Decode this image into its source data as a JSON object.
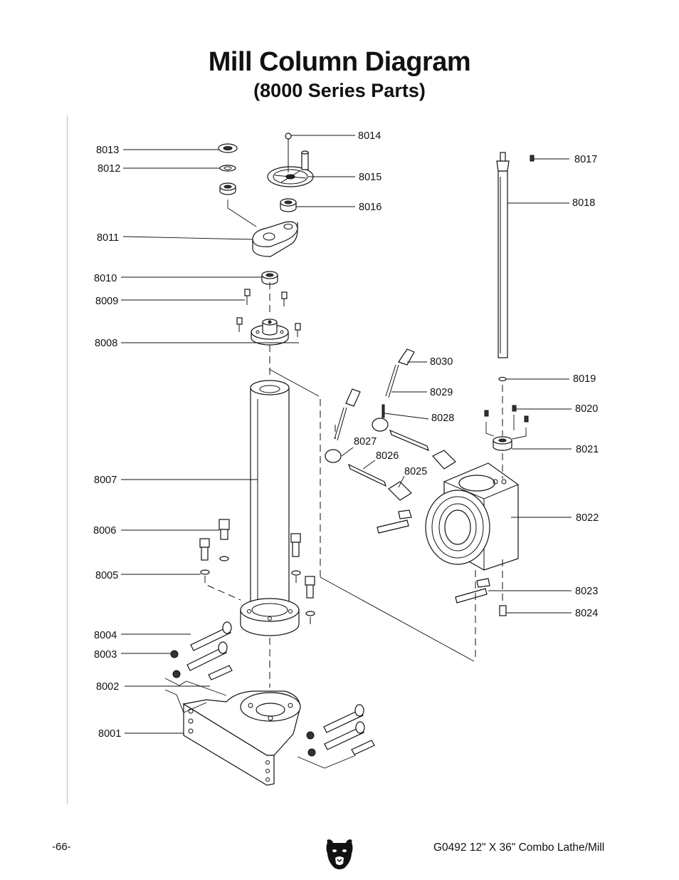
{
  "page": {
    "title": "Mill Column Diagram",
    "subtitle": "(8000 Series Parts)",
    "page_number": "-66-",
    "manual_title": "G0492 12\" X 36\" Combo Lathe/Mill",
    "logo_icon": "bear-head-icon"
  },
  "parts": [
    {
      "id": "p8001",
      "label": "8001"
    },
    {
      "id": "p8002",
      "label": "8002"
    },
    {
      "id": "p8003",
      "label": "8003"
    },
    {
      "id": "p8004",
      "label": "8004"
    },
    {
      "id": "p8005",
      "label": "8005"
    },
    {
      "id": "p8006",
      "label": "8006"
    },
    {
      "id": "p8007",
      "label": "8007"
    },
    {
      "id": "p8008",
      "label": "8008"
    },
    {
      "id": "p8009",
      "label": "8009"
    },
    {
      "id": "p8010",
      "label": "8010"
    },
    {
      "id": "p8011",
      "label": "8011"
    },
    {
      "id": "p8012",
      "label": "8012"
    },
    {
      "id": "p8013",
      "label": "8013"
    },
    {
      "id": "p8014",
      "label": "8014"
    },
    {
      "id": "p8015",
      "label": "8015"
    },
    {
      "id": "p8016",
      "label": "8016"
    },
    {
      "id": "p8017",
      "label": "8017"
    },
    {
      "id": "p8018",
      "label": "8018"
    },
    {
      "id": "p8019",
      "label": "8019"
    },
    {
      "id": "p8020",
      "label": "8020"
    },
    {
      "id": "p8021",
      "label": "8021"
    },
    {
      "id": "p8022",
      "label": "8022"
    },
    {
      "id": "p8023",
      "label": "8023"
    },
    {
      "id": "p8024",
      "label": "8024"
    },
    {
      "id": "p8025",
      "label": "8025"
    },
    {
      "id": "p8026",
      "label": "8026"
    },
    {
      "id": "p8027",
      "label": "8027"
    },
    {
      "id": "p8028",
      "label": "8028"
    },
    {
      "id": "p8029",
      "label": "8029"
    },
    {
      "id": "p8030",
      "label": "8030"
    }
  ]
}
